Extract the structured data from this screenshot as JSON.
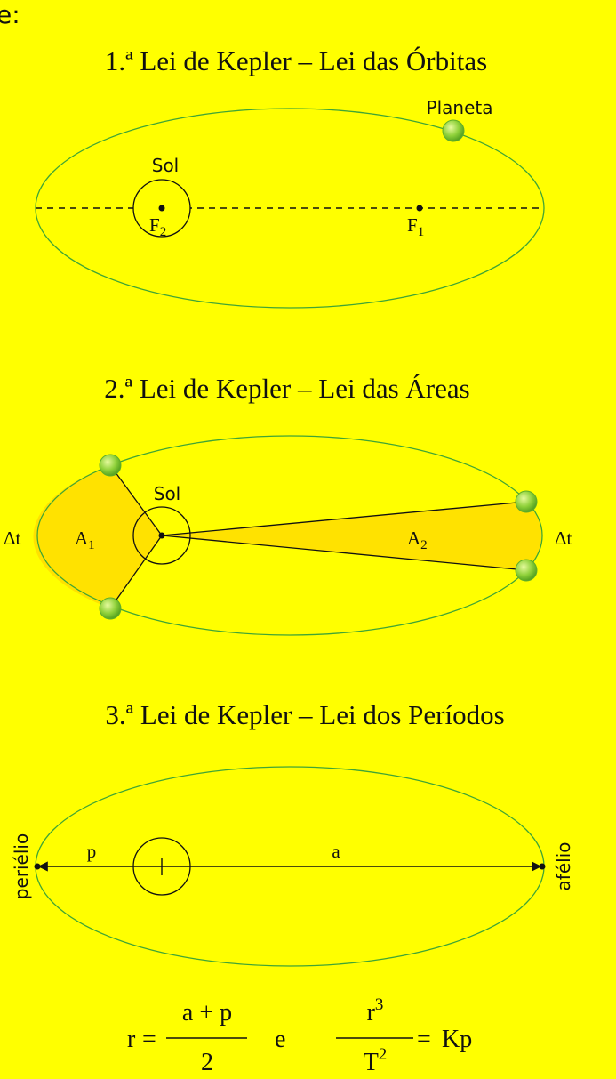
{
  "colors": {
    "background": "#ffff00",
    "orbit": "#3fa535",
    "sweep": "#ffe200",
    "planet_light": "#d9f58a",
    "planet_mid": "#8fd13a",
    "planet_dark": "#4c9a1c",
    "ink": "#111111"
  },
  "corner_fragment": "e:",
  "law1": {
    "title": "1.ª Lei de Kepler – Lei das Órbitas",
    "planet_label": "Planeta",
    "sun_label": "Sol",
    "focus2": "F",
    "focus2_sub": "2",
    "focus1": "F",
    "focus1_sub": "1"
  },
  "law2": {
    "title": "2.ª Lei de Kepler – Lei das Áreas",
    "sun_label": "Sol",
    "area1": "A",
    "area1_sub": "1",
    "area2": "A",
    "area2_sub": "2",
    "dt_left": "Δt",
    "dt_right": "Δt"
  },
  "law3": {
    "title": "3.ª Lei de Kepler – Lei dos Períodos",
    "p_label": "p",
    "a_label": "a",
    "perihelion": "periélio",
    "aphelion": "afélio"
  },
  "formula": {
    "r": "r",
    "eq1": "=",
    "num1": "a + p",
    "den1": "2",
    "conj": "e",
    "num2_base": "r",
    "num2_exp": "3",
    "den2_base": "T",
    "den2_exp": "2",
    "eq2": "=",
    "rhs": "Kp"
  }
}
